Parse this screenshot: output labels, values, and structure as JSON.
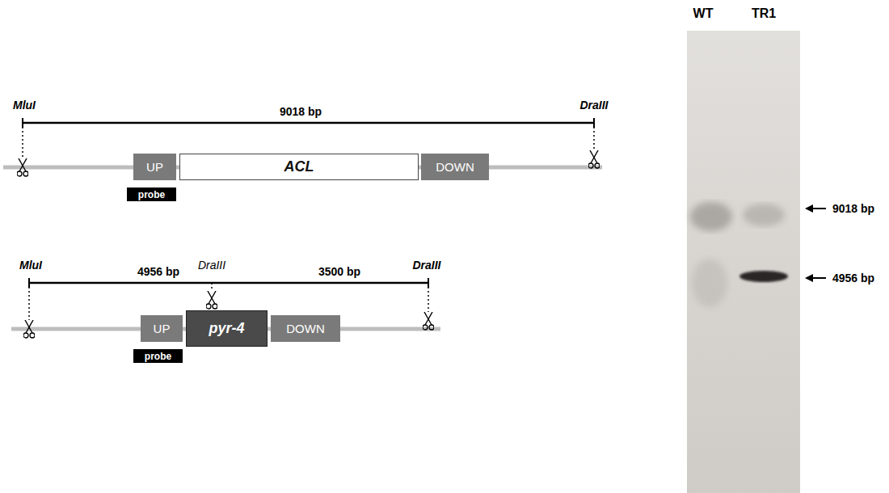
{
  "diagram": {
    "nodes": [
      {
        "text": [
          "UP"
        ]
      },
      {
        "text": [
          "ACL"
        ]
      },
      {
        "text": [
          "DOWN"
        ]
      },
      {
        "text": [
          "probe"
        ]
      },
      {
        "text": [
          "UP"
        ]
      },
      {
        "text": [
          "pyr-4"
        ]
      },
      {
        "text": [
          "DOWN"
        ]
      },
      {
        "text": [
          "probe"
        ]
      }
    ],
    "labels": [
      "MluI",
      "9018 bp",
      "DraIII",
      "MluI",
      "4956 bp",
      "DraIII",
      "3500 bp",
      "DraIII",
      "WT",
      "TR1",
      "9018 bp",
      "4956 bp"
    ]
  }
}
